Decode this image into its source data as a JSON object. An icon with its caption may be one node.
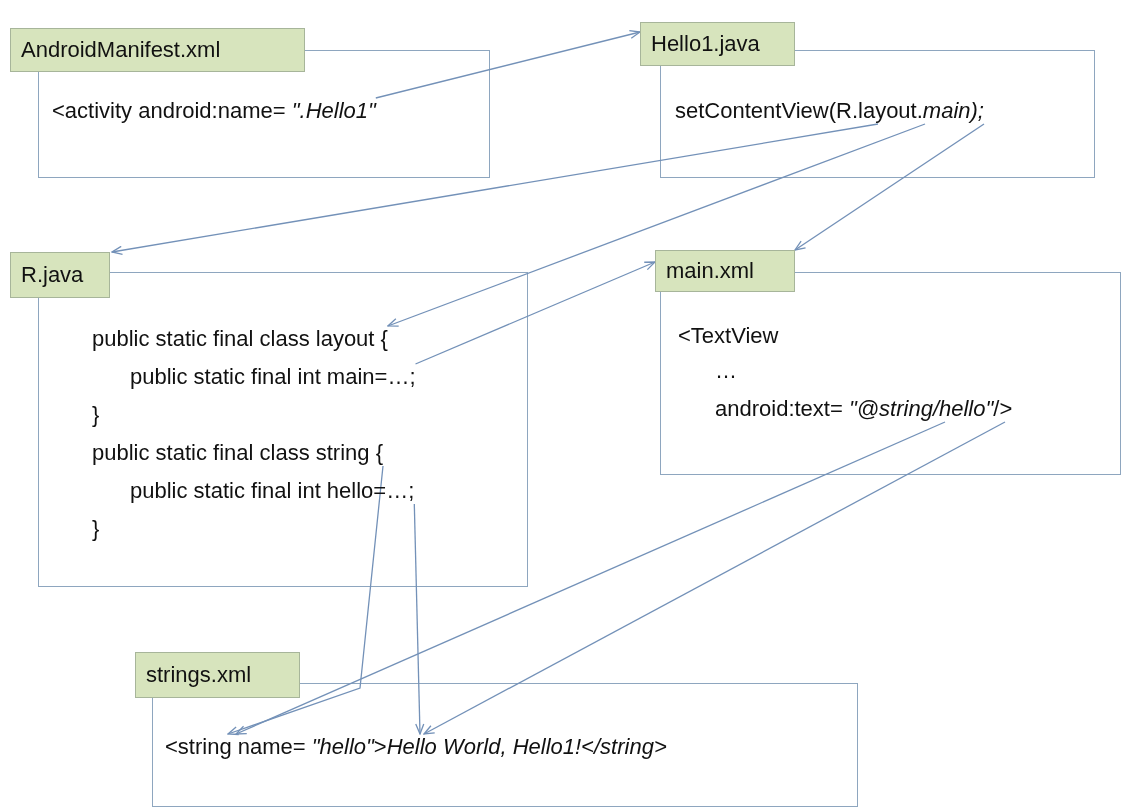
{
  "diagram": {
    "nodes": [
      {
        "text": [
          "AndroidManifest.xml"
        ]
      },
      {
        "text": [
          "<activity android:name= *\".Hello1\"*"
        ],
        "in": 0
      },
      {
        "text": [
          "Hello1.java"
        ]
      },
      {
        "text": [
          "setContentView(R.layout.*main);*"
        ],
        "in": 2
      },
      {
        "text": [
          "R.java"
        ]
      },
      {
        "text": [
          "public static final class layout {"
        ],
        "in": 4
      },
      {
        "text": [
          "public static final int main=…;"
        ],
        "in": 4
      },
      {
        "text": [
          "}"
        ],
        "in": 4
      },
      {
        "text": [
          "public static final class string {"
        ],
        "in": 4
      },
      {
        "text": [
          "public static final int hello=…;"
        ],
        "in": 4
      },
      {
        "text": [
          "}"
        ],
        "in": 4
      },
      {
        "text": [
          "main.xml"
        ]
      },
      {
        "text": [
          "<TextView"
        ],
        "in": 11
      },
      {
        "text": [
          "…"
        ],
        "in": 11
      },
      {
        "text": [
          "android:text= *\"@string/hello\"*/>"
        ],
        "in": 11
      },
      {
        "text": [
          "strings.xml"
        ]
      },
      {
        "text": [
          "<string name= *\"hello\"*>*Hello World, Hello1!</string>*"
        ],
        "in": 15
      }
    ],
    "edges": [
      {
        "from": 1,
        "to": 2,
        "arrow": "to"
      },
      {
        "from": 3,
        "to": 4,
        "arrow": "to"
      },
      {
        "from": 3,
        "to": 5,
        "arrow": "to"
      },
      {
        "from": 3,
        "to": 11,
        "arrow": "to"
      },
      {
        "from": 6,
        "to": 11,
        "arrow": "to"
      },
      {
        "from": 8,
        "to": 16,
        "arrow": "to"
      },
      {
        "from": 9,
        "to": 16,
        "arrow": "to"
      },
      {
        "from": 14,
        "to": 16,
        "arrow": "to"
      },
      {
        "from": 14,
        "to": 16,
        "arrow": "to"
      }
    ]
  }
}
